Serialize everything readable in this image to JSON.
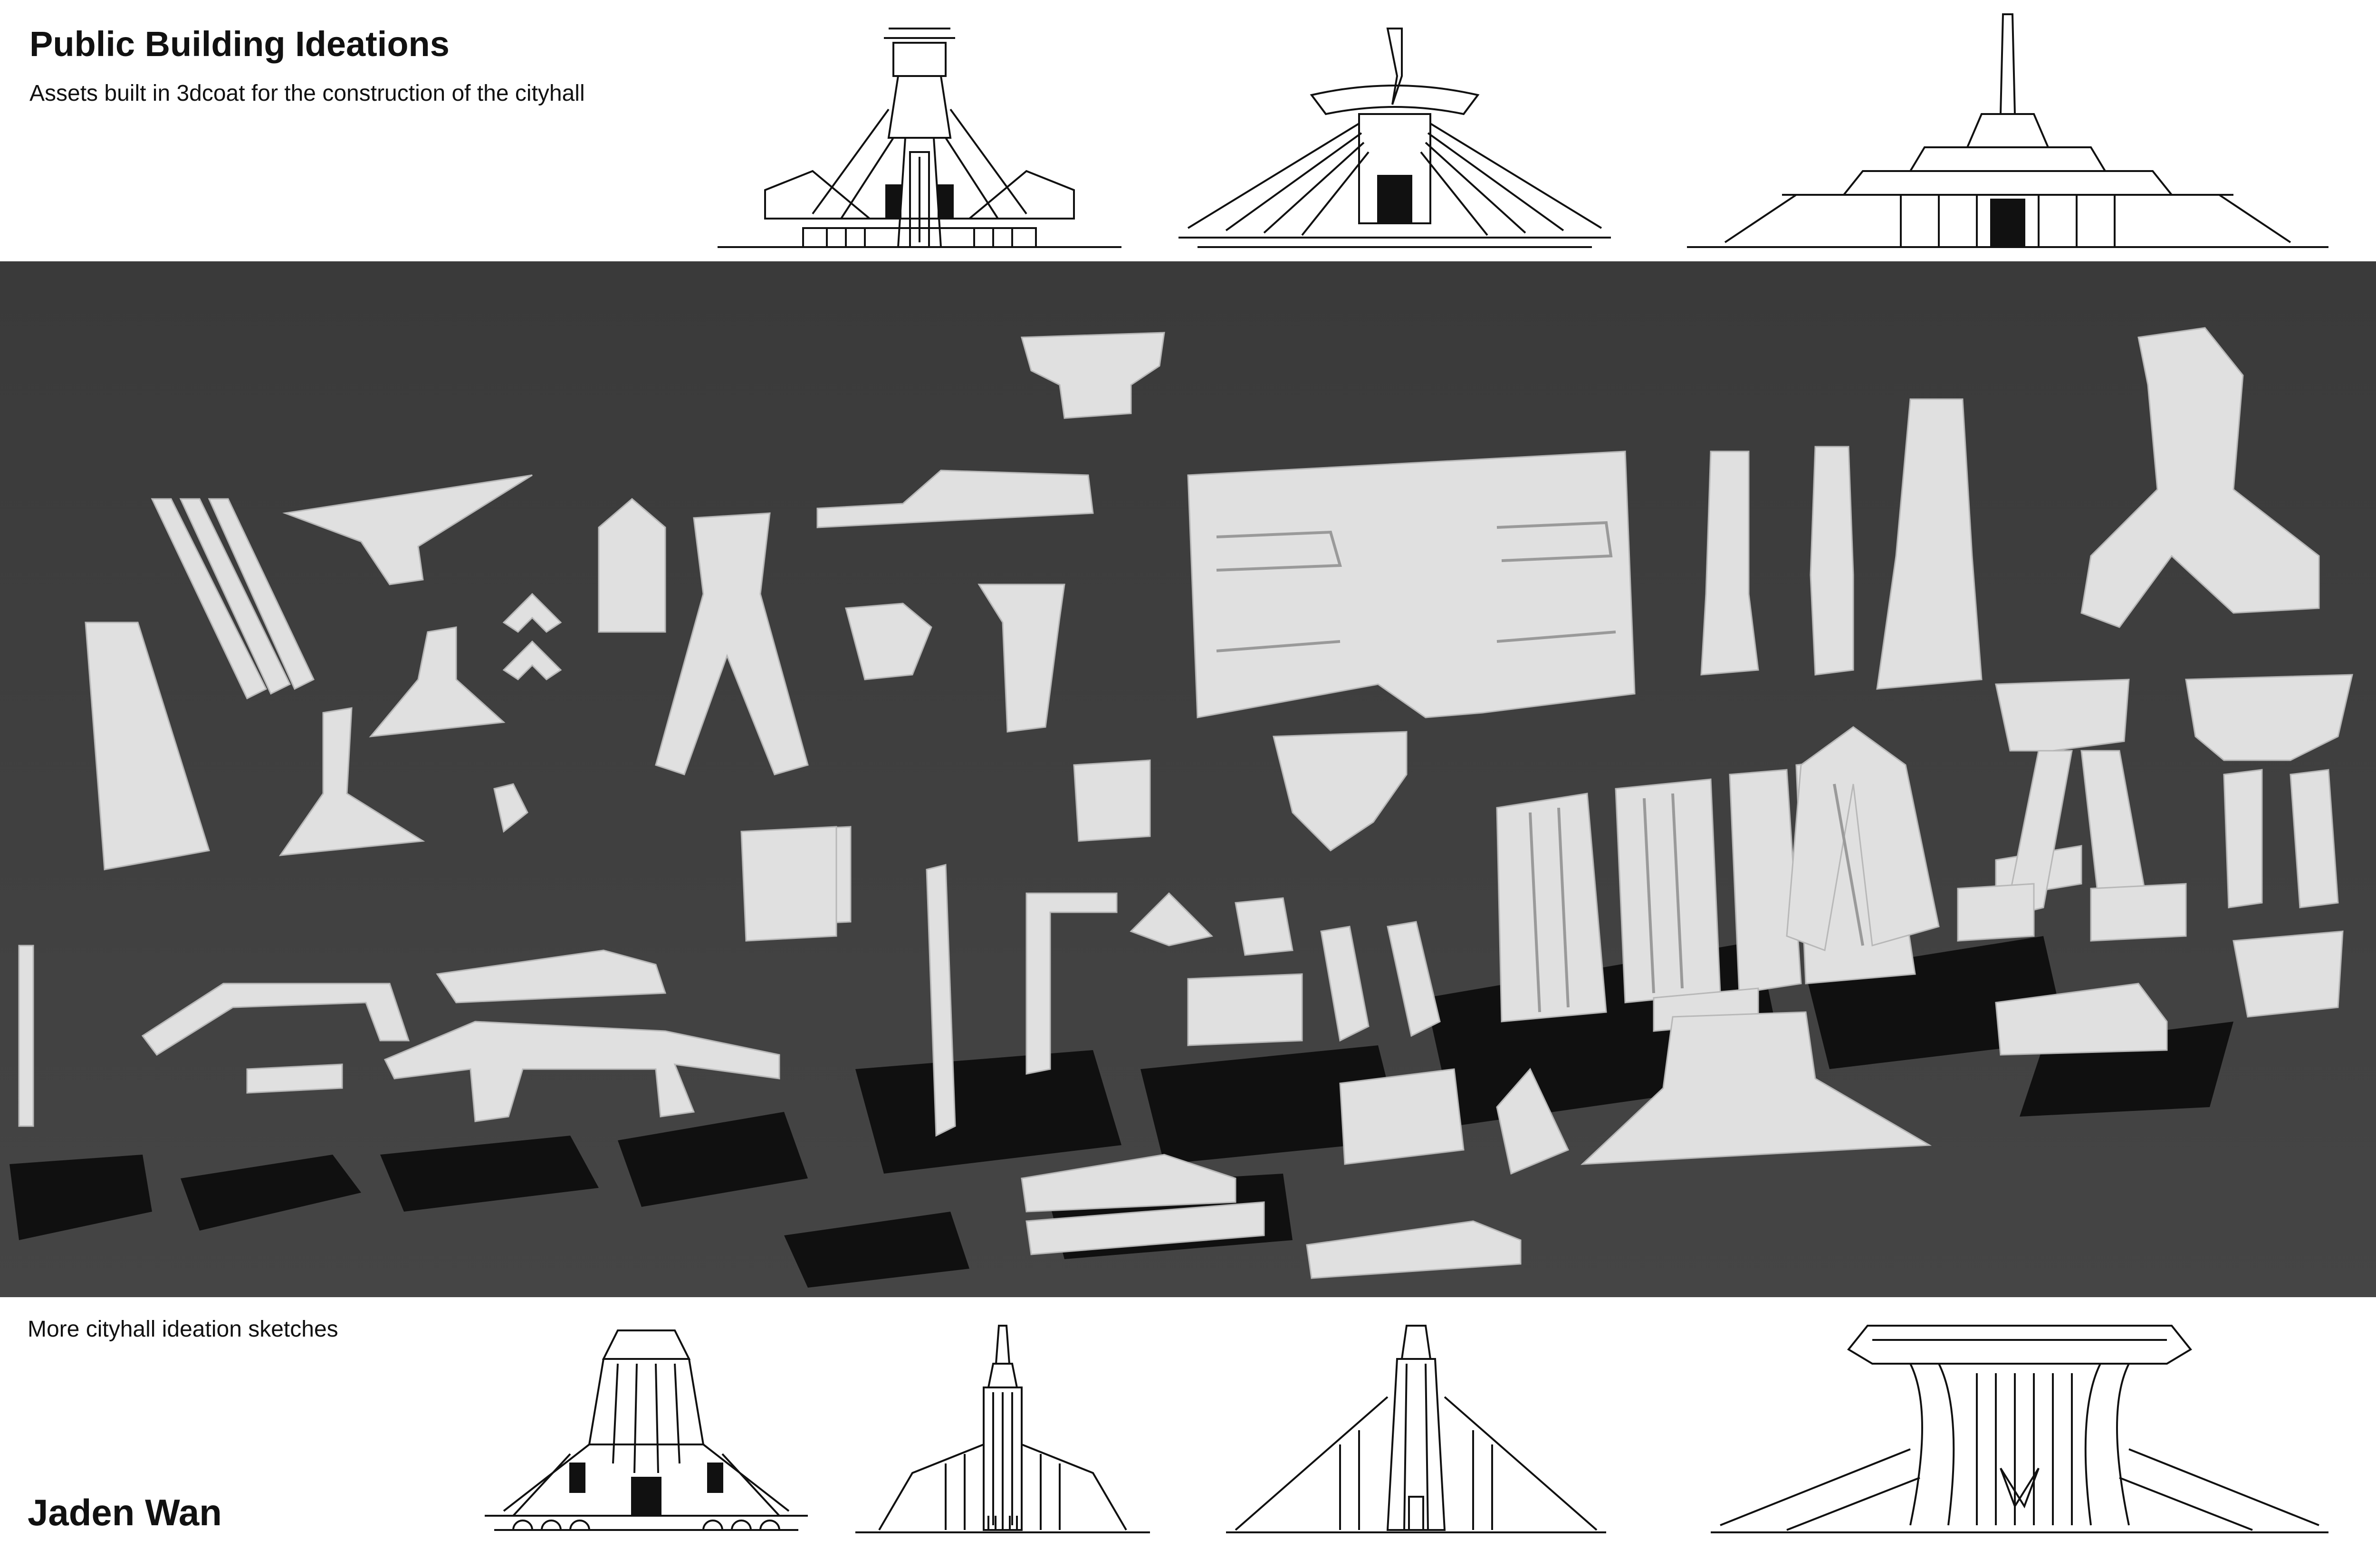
{
  "header": {
    "title": "Public Building Ideations",
    "subtitle": "Assets built in 3dcoat for the construction of the cityhall"
  },
  "footer": {
    "more_label": "More cityhall ideation sketches",
    "author": "Jaden Wan"
  },
  "colors": {
    "background": "#ffffff",
    "render_floor": "#3c3c3c",
    "asset_light": "#e2e2e2",
    "asset_shadow": "#0e0e0e",
    "line_ink": "#111111"
  }
}
